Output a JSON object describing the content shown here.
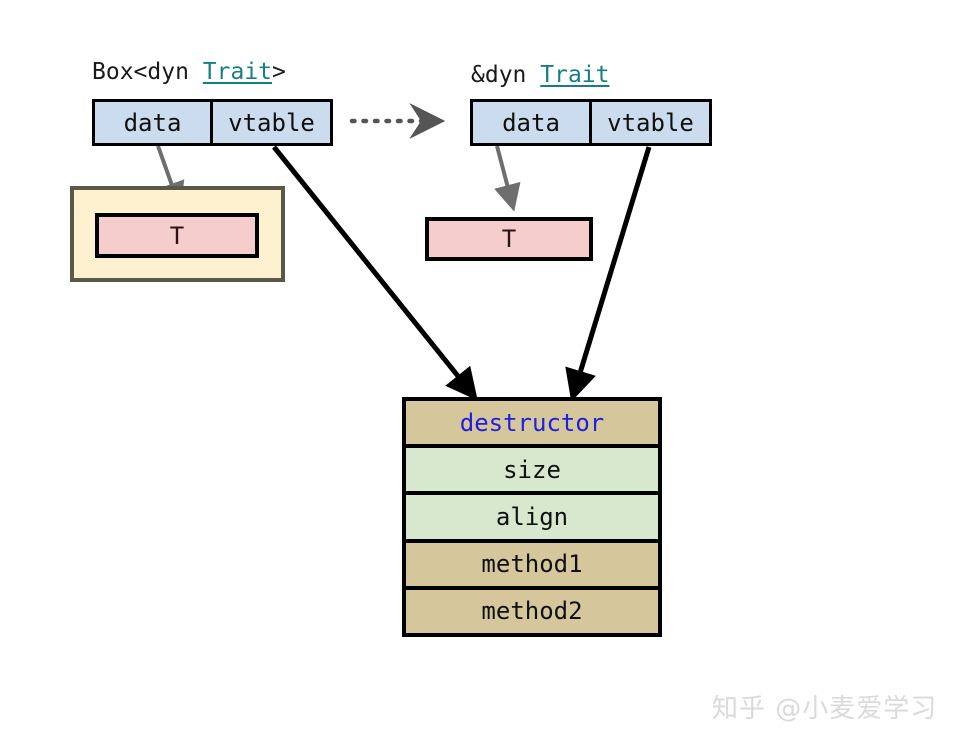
{
  "diagram": {
    "title": "Rust trait object layout",
    "colors": {
      "pointer_fill": "#cbdcee",
      "heap_fill": "#fdf1cf",
      "heap_border": "#59594a",
      "t_fill": "#f5cdcd",
      "vtable_tan": "#d5c79b",
      "vtable_green": "#d7e8cf",
      "destructor_text": "#2020e0",
      "trait_link": "#167f86",
      "solid_arrow": "#000000",
      "gray_arrow": "#6e6e6e",
      "dotted_arrow": "#555555"
    },
    "box_pointer": {
      "label_prefix": "Box<dyn ",
      "label_link": "Trait",
      "label_suffix": ">",
      "cells": [
        {
          "text": "data"
        },
        {
          "text": "vtable"
        }
      ]
    },
    "ref_pointer": {
      "label_prefix": "&dyn ",
      "label_link": "Trait",
      "label_suffix": "",
      "cells": [
        {
          "text": "data"
        },
        {
          "text": "vtable"
        }
      ]
    },
    "heap_t": {
      "text": "T"
    },
    "stack_t": {
      "text": "T"
    },
    "vtable": {
      "rows": [
        {
          "text": "destructor",
          "style": "tan",
          "text_style": "destructor"
        },
        {
          "text": "size",
          "style": "green",
          "text_style": "normal"
        },
        {
          "text": "align",
          "style": "green",
          "text_style": "normal"
        },
        {
          "text": "method1",
          "style": "tan",
          "text_style": "normal"
        },
        {
          "text": "method2",
          "style": "tan",
          "text_style": "normal"
        }
      ]
    },
    "watermark": "知乎 @小麦爱学习"
  }
}
